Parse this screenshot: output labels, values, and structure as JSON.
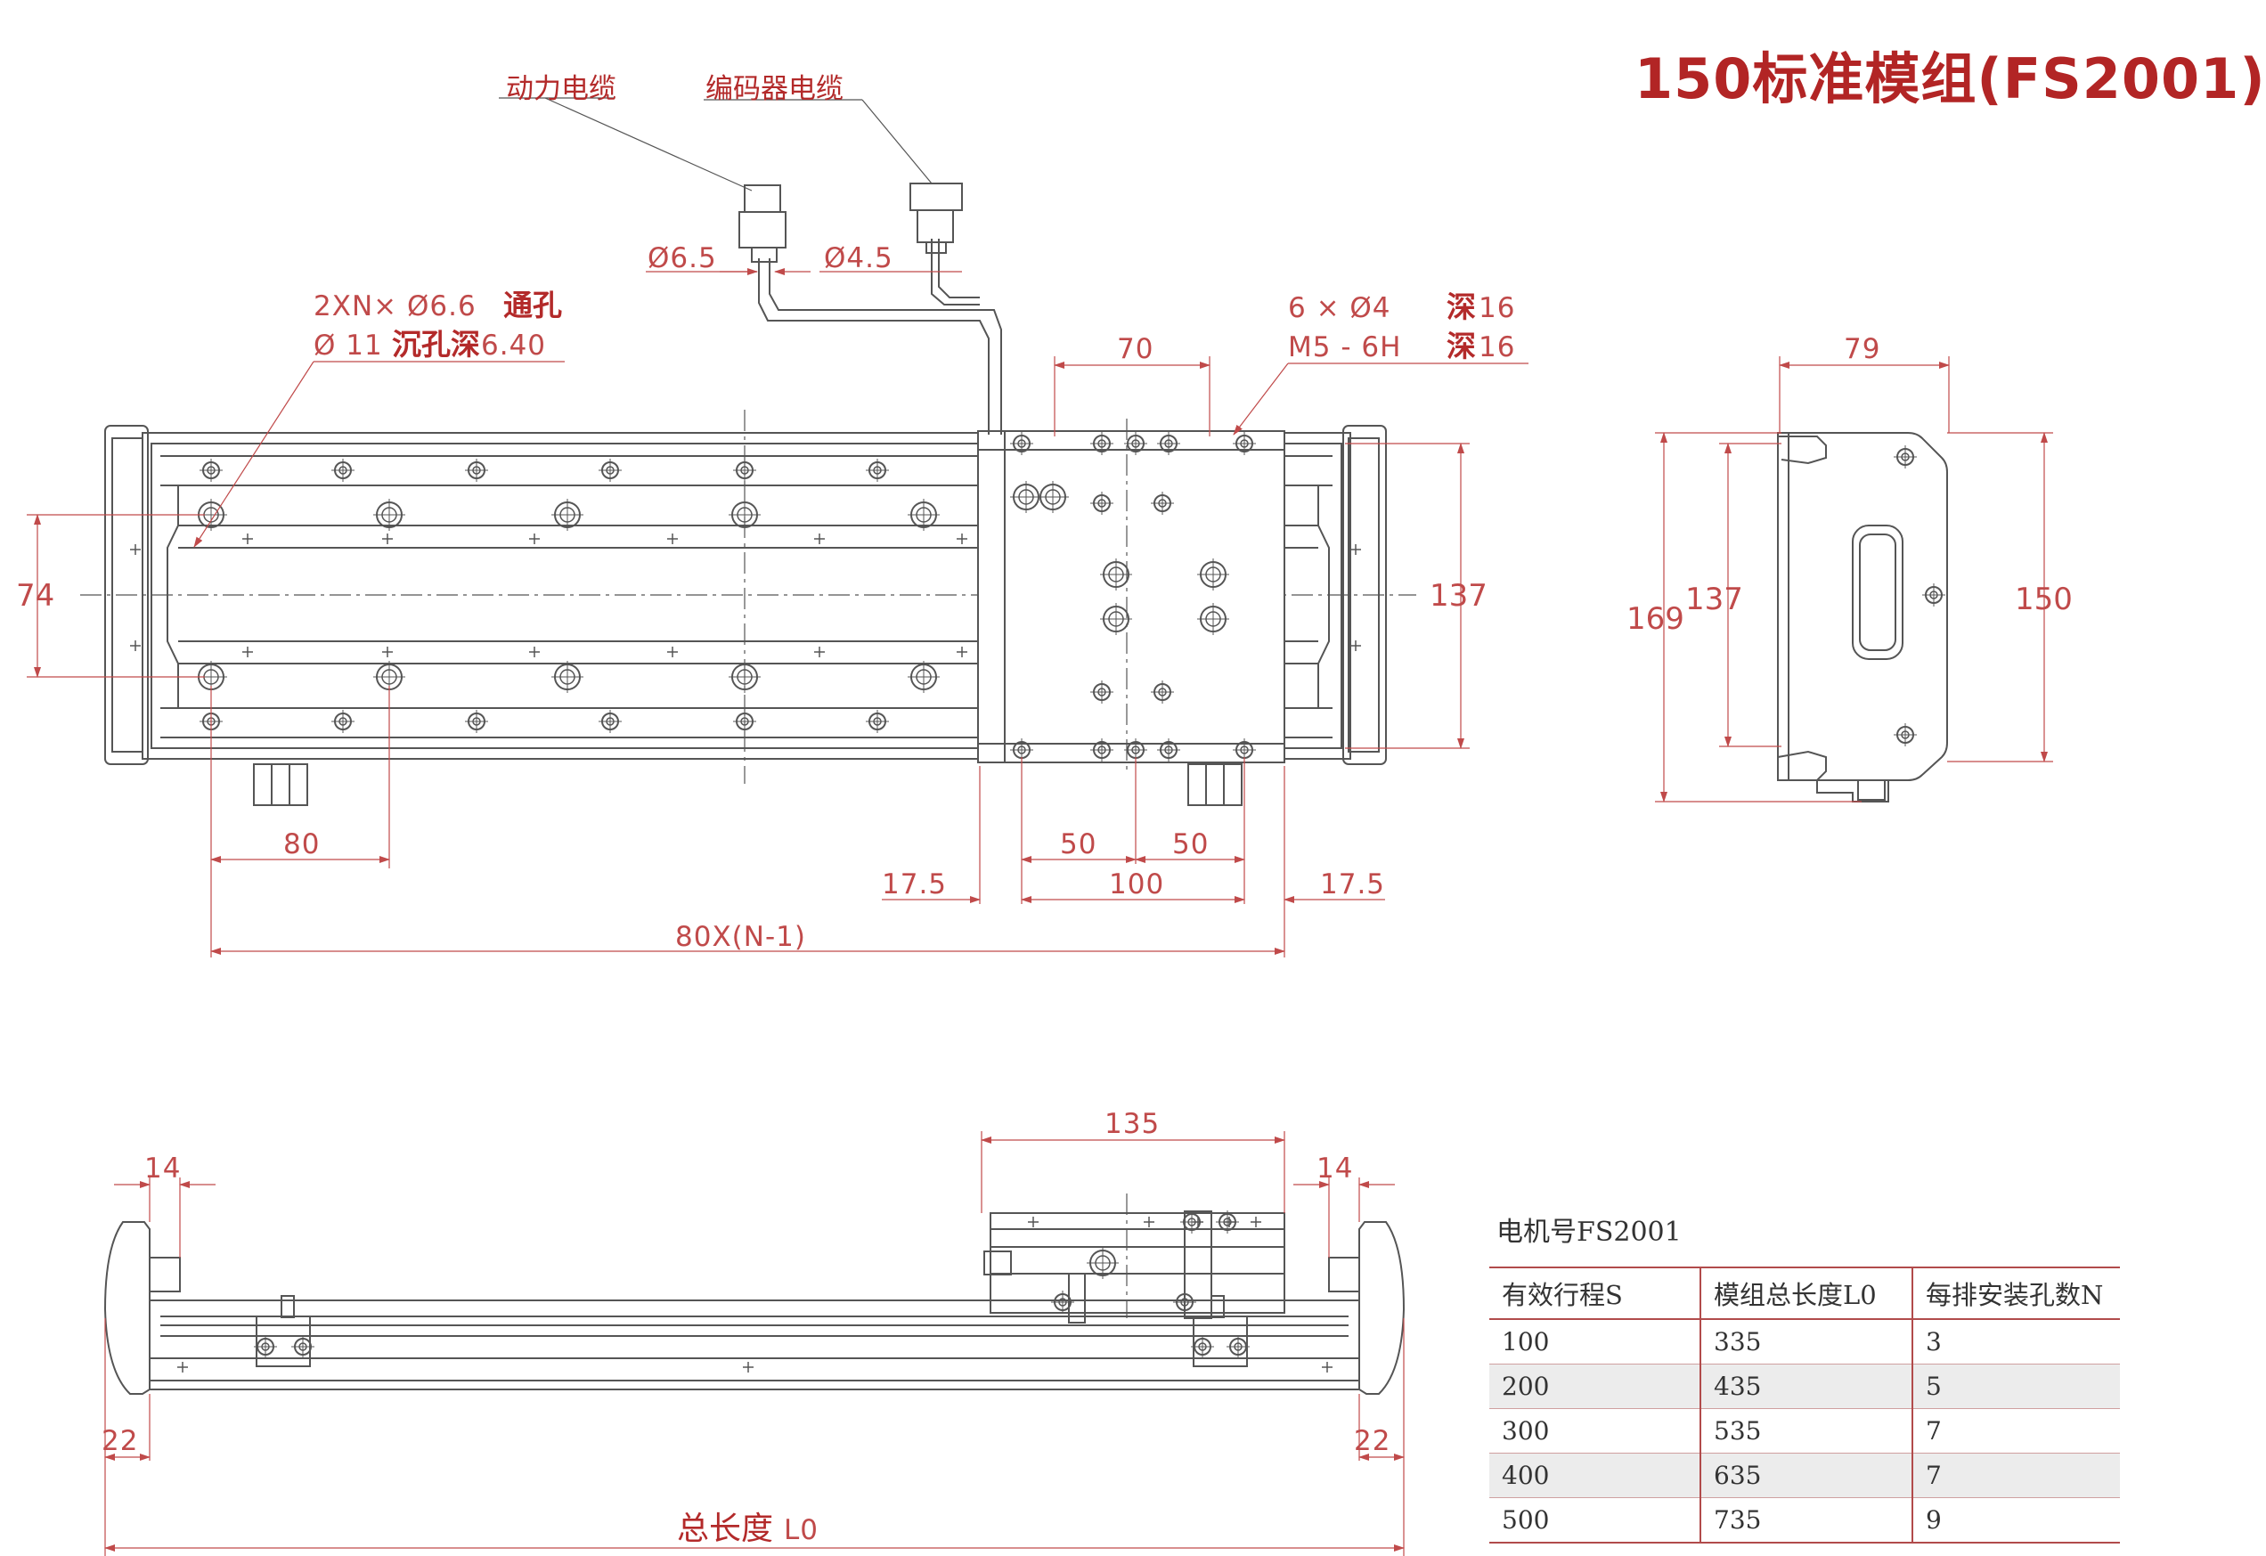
{
  "title": "150标准模组(FS2001)",
  "callouts": {
    "power_cable": "动力电缆",
    "encoder_cable": "编码器电缆",
    "dia_power": "Ø6.5",
    "dia_encoder": "Ø4.5",
    "hole_note_line1_a": "2XN× Ø6.6",
    "hole_note_line1_b": "通孔",
    "hole_note_line2_a": "Ø 11",
    "hole_note_line2_b": "沉孔深",
    "hole_note_line2_c": "6.40",
    "thread_note_line1_a": "6 × Ø4",
    "thread_note_line1_b": "深",
    "thread_note_line1_c": "16",
    "thread_note_line2_a": "M5 - 6H",
    "thread_note_line2_b": "深",
    "thread_note_line2_c": "16"
  },
  "dimensions": {
    "top_width_70": "70",
    "end_width_79": "79",
    "height_74": "74",
    "height_137_top": "137",
    "side_169": "169",
    "side_137": "137",
    "side_150": "150",
    "pitch_80": "80",
    "hole_50_left": "50",
    "hole_50_right": "50",
    "offset_17_5_left": "17.5",
    "offset_17_5_right": "17.5",
    "carriage_100": "100",
    "total_80n": "80X(N-1)",
    "carriage_135": "135",
    "end_14_left": "14",
    "end_14_right": "14",
    "end_22_left": "22",
    "end_22_right": "22",
    "total_length_label": "总长度",
    "total_length_suffix": "L0"
  },
  "spec_table": {
    "caption": "电机号FS2001",
    "headers": [
      "有效行程S",
      "模组总长度L0",
      "每排安装孔数N"
    ],
    "rows": [
      [
        "100",
        "335",
        "3"
      ],
      [
        "200",
        "435",
        "5"
      ],
      [
        "300",
        "535",
        "7"
      ],
      [
        "400",
        "635",
        "7"
      ],
      [
        "500",
        "735",
        "9"
      ]
    ]
  },
  "colors": {
    "outline": "#555555",
    "dimension": "#c04a4a",
    "title": "#b22525"
  }
}
